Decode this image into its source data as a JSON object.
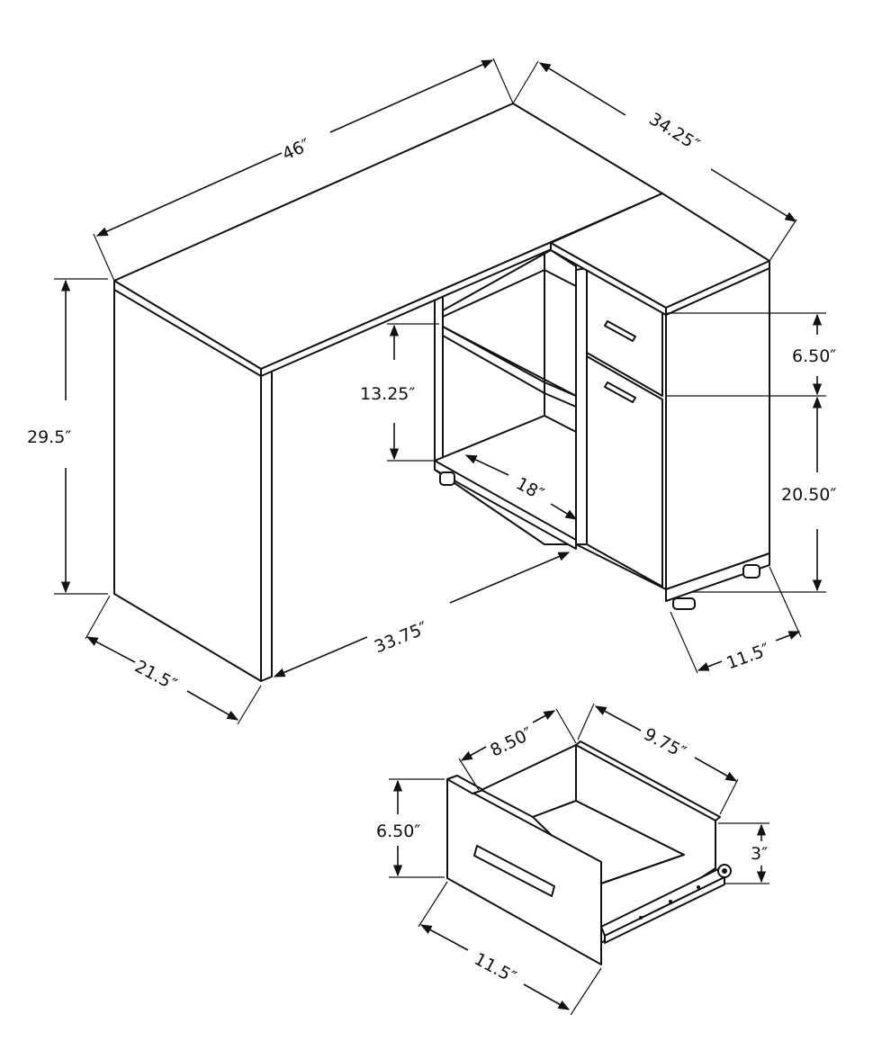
{
  "desk": {
    "width": "46″",
    "depth_return": "34.25″",
    "height": "29.5″",
    "side_depth": "21.5″",
    "inner_length": "33.75″",
    "shelf_height": "13.25″",
    "shelf_depth": "18″",
    "drawer_front_height": "6.50″",
    "door_height": "20.50″",
    "cabinet_width": "11.5″"
  },
  "drawer": {
    "inner_depth": "8.50″",
    "side_length": "9.75″",
    "front_height": "6.50″",
    "inner_height": "3″",
    "front_width": "11.5″"
  },
  "colors": {
    "line": "#111111",
    "background": "#ffffff"
  }
}
